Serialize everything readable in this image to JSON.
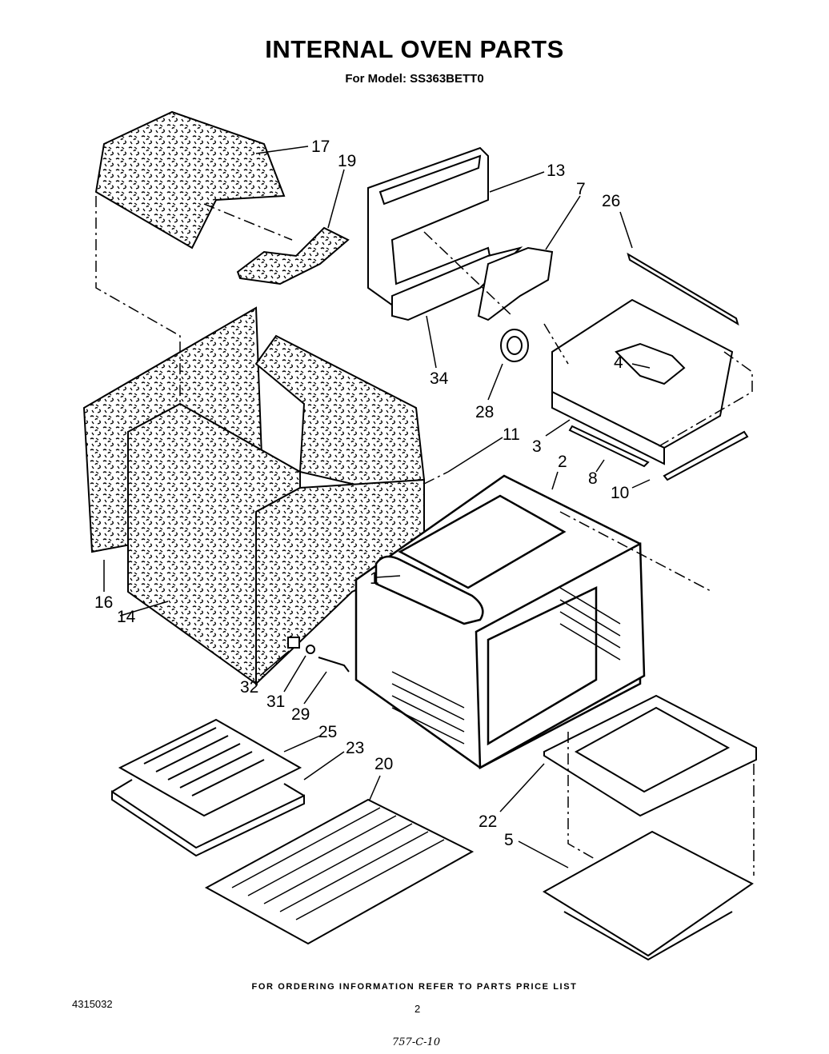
{
  "title": "INTERNAL OVEN PARTS",
  "subtitle": "For Model: SS363BETT0",
  "callouts": {
    "p1": "1",
    "p2": "2",
    "p3": "3",
    "p4": "4",
    "p5": "5",
    "p7": "7",
    "p8": "8",
    "p10": "10",
    "p11": "11",
    "p13": "13",
    "p14": "14",
    "p16": "16",
    "p17": "17",
    "p19": "19",
    "p20": "20",
    "p22": "22",
    "p23": "23",
    "p25": "25",
    "p26": "26",
    "p28": "28",
    "p29": "29",
    "p31": "31",
    "p32": "32",
    "p34": "34"
  },
  "footer": {
    "ordering": "FOR ORDERING INFORMATION REFER TO PARTS PRICE LIST",
    "doc_number": "4315032",
    "page": "2",
    "handwritten": "757-C-10"
  }
}
